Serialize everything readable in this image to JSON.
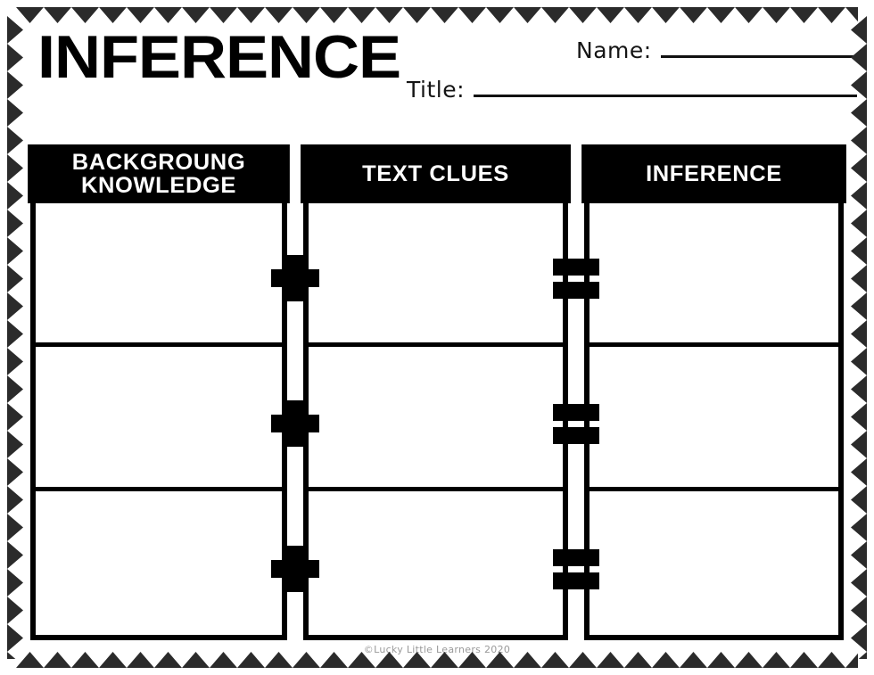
{
  "worksheet": {
    "title": "INFERENCE",
    "fields": [
      {
        "label": "Name:",
        "value": ""
      },
      {
        "label": "Title:",
        "value": ""
      }
    ],
    "columns": [
      {
        "id": "background-knowledge",
        "header_line_1": "BACKGROUNG",
        "header_line_2": "KNOWLEDGE"
      },
      {
        "id": "text-clues",
        "header_line_1": "TEXT CLUES",
        "header_line_2": ""
      },
      {
        "id": "inference",
        "header_line_1": "INFERENCE",
        "header_line_2": ""
      }
    ],
    "rows": [
      {
        "background_knowledge": "",
        "text_clues": "",
        "inference": ""
      },
      {
        "background_knowledge": "",
        "text_clues": "",
        "inference": ""
      },
      {
        "background_knowledge": "",
        "text_clues": "",
        "inference": ""
      }
    ],
    "operators": {
      "gap_1": "plus-sign",
      "gap_2": "equals-sign"
    },
    "credit": "©Lucky Little Learners 2020",
    "colors": {
      "ink": "#000000",
      "border_zigzag": "#2b2b2b",
      "paper": "#ffffff",
      "credit_text": "#9a9a9a"
    }
  }
}
